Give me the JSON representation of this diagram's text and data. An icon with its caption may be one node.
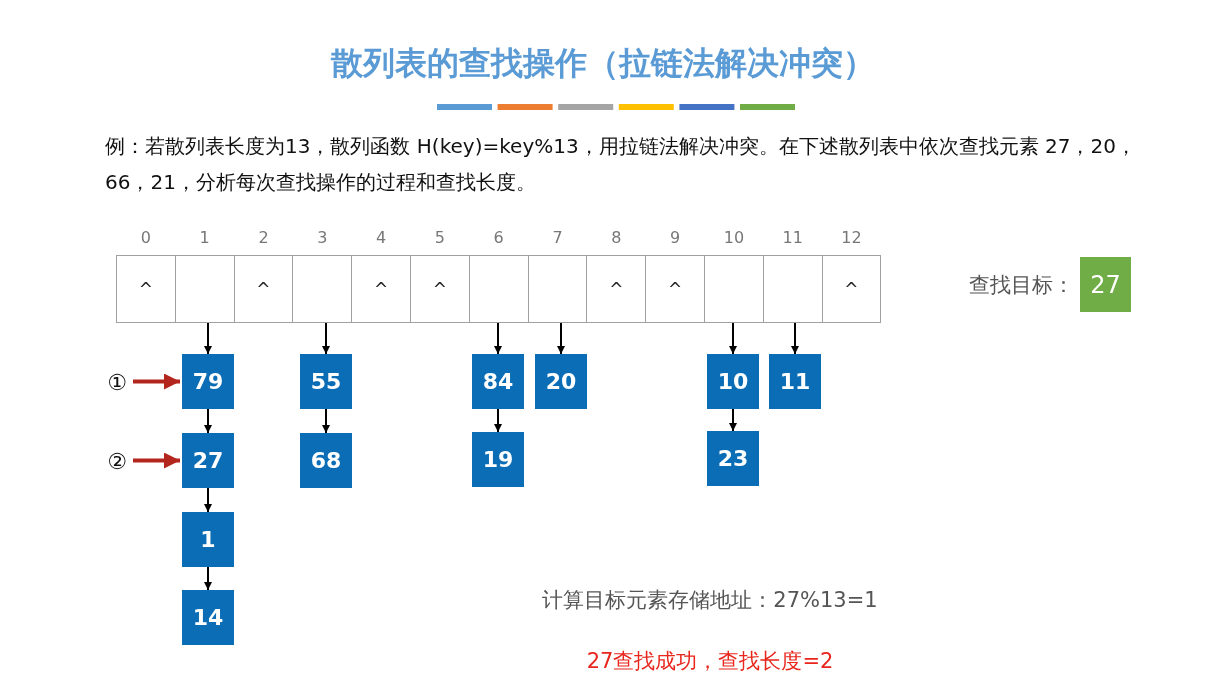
{
  "diagram": {
    "title": "散列表的查找操作（拉链法解决冲突）",
    "nodes": [
      {
        "text": [
          "^"
        ],
        "beside": [
          "0"
        ]
      },
      {
        "text": [],
        "shape": "box",
        "beside": [
          "1"
        ]
      },
      {
        "text": [
          "^"
        ],
        "beside": [
          "2"
        ]
      },
      {
        "text": [],
        "shape": "box",
        "beside": [
          "3"
        ]
      },
      {
        "text": [
          "^"
        ],
        "beside": [
          "4"
        ]
      },
      {
        "text": [
          "^"
        ],
        "beside": [
          "5"
        ]
      },
      {
        "text": [],
        "shape": "box",
        "beside": [
          "6"
        ]
      },
      {
        "text": [],
        "shape": "box",
        "beside": [
          "7"
        ]
      },
      {
        "text": [
          "^"
        ],
        "beside": [
          "8"
        ]
      },
      {
        "text": [
          "^"
        ],
        "beside": [
          "9"
        ]
      },
      {
        "text": [],
        "shape": "box",
        "beside": [
          "10"
        ]
      },
      {
        "text": [],
        "shape": "box",
        "beside": [
          "11"
        ]
      },
      {
        "text": [
          "^"
        ],
        "beside": [
          "12"
        ]
      },
      {
        "text": [
          "79"
        ]
      },
      {
        "text": [
          "27"
        ]
      },
      {
        "text": [
          "1"
        ]
      },
      {
        "text": [
          "14"
        ]
      },
      {
        "text": [
          "55"
        ]
      },
      {
        "text": [
          "68"
        ]
      },
      {
        "text": [
          "84"
        ]
      },
      {
        "text": [
          "19"
        ]
      },
      {
        "text": [
          "20"
        ]
      },
      {
        "text": [
          "10"
        ]
      },
      {
        "text": [
          "23"
        ]
      },
      {
        "text": [
          "11"
        ]
      },
      {
        "text": [
          "①"
        ]
      },
      {
        "text": [
          "②"
        ]
      },
      {
        "text": [
          "27"
        ],
        "beside": [
          "查找目标："
        ]
      }
    ],
    "edges": [
      {
        "from": 1,
        "to": 13,
        "arrow": "to"
      },
      {
        "from": 13,
        "to": 14,
        "arrow": "to"
      },
      {
        "from": 14,
        "to": 15,
        "arrow": "to"
      },
      {
        "from": 15,
        "to": 16,
        "arrow": "to"
      },
      {
        "from": 3,
        "to": 17,
        "arrow": "to"
      },
      {
        "from": 17,
        "to": 18,
        "arrow": "to"
      },
      {
        "from": 6,
        "to": 19,
        "arrow": "to"
      },
      {
        "from": 19,
        "to": 20,
        "arrow": "to"
      },
      {
        "from": 7,
        "to": 21,
        "arrow": "to"
      },
      {
        "from": 10,
        "to": 22,
        "arrow": "to"
      },
      {
        "from": 22,
        "to": 23,
        "arrow": "to"
      },
      {
        "from": 11,
        "to": 24,
        "arrow": "to"
      },
      {
        "from": 25,
        "to": 13,
        "arrow": "to",
        "style": "thick",
        "color": "#b3261e"
      },
      {
        "from": 26,
        "to": 14,
        "arrow": "to",
        "style": "thick",
        "color": "#b3261e"
      }
    ],
    "labels": [
      "例：若散列表长度为13，散列函数 H(key)=key%13，用拉链法解决冲突。在下述散列表中依次查找元素 27，20，66，21，分析每次查找操作的过程和查找长度。",
      "计算目标元素存储地址：27%13=1",
      "27查找成功，查找长度=2"
    ]
  }
}
